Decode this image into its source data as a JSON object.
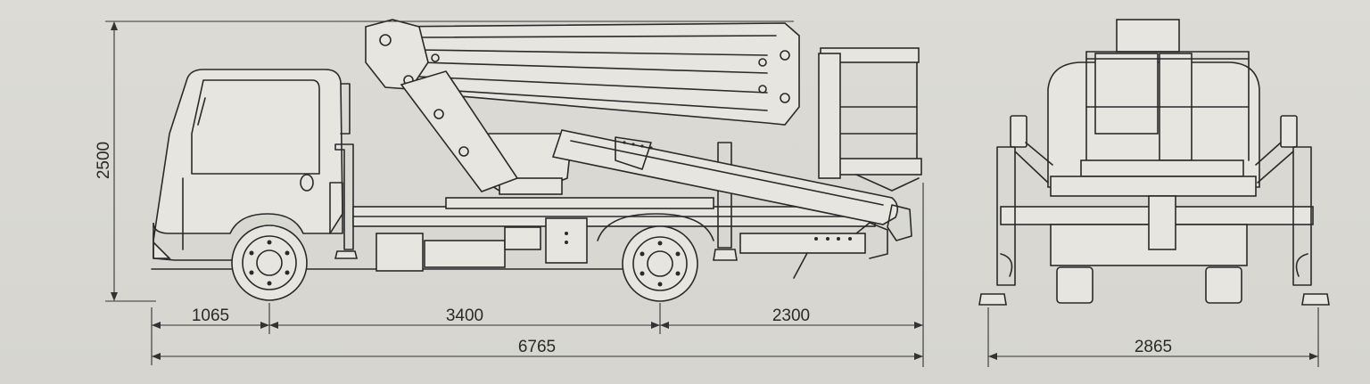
{
  "dimensions": {
    "height": "2500",
    "front_overhang": "1065",
    "wheelbase": "3400",
    "rear_overhang": "2300",
    "overall_length": "6765",
    "outrigger_width": "2865"
  }
}
